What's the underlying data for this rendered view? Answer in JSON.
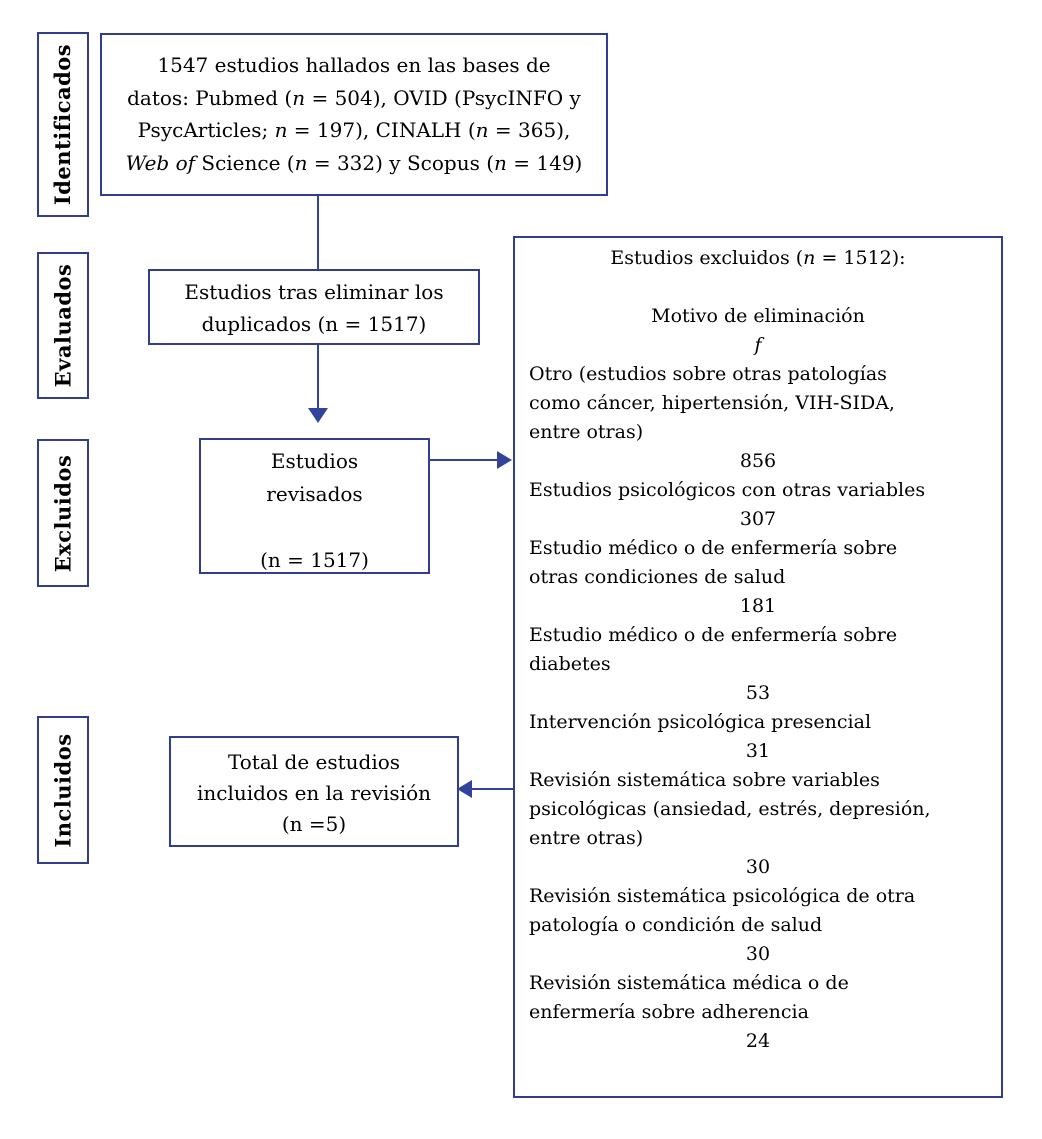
{
  "palette": {
    "box_border": "#313e8f",
    "arrow": "#31439c",
    "text": "#000000",
    "background": "#ffffff"
  },
  "sidebar": {
    "labels": [
      {
        "id": "identificados",
        "label": "Identificados"
      },
      {
        "id": "evaluados",
        "label": "Evaluados"
      },
      {
        "id": "excluidos",
        "label": "Excluidos"
      },
      {
        "id": "incluidos",
        "label": "Incluidos"
      }
    ]
  },
  "boxes": {
    "identified": {
      "lines": [
        [
          {
            "t": "1547 estudios hallados en las bases de"
          }
        ],
        [
          {
            "t": "datos: Pubmed ("
          },
          {
            "t": "n",
            "i": true
          },
          {
            "t": " = 504), OVID (PsycINFO y"
          }
        ],
        [
          {
            "t": "PsycArticles; "
          },
          {
            "t": "n",
            "i": true
          },
          {
            "t": " = 197), CINALH ("
          },
          {
            "t": "n",
            "i": true
          },
          {
            "t": " = 365),"
          }
        ],
        [
          {
            "t": "Web of ",
            "i": true
          },
          {
            "t": "Science ("
          },
          {
            "t": "n",
            "i": true
          },
          {
            "t": " = 332) y Scopus ("
          },
          {
            "t": "n",
            "i": true
          },
          {
            "t": " = 149)"
          }
        ]
      ]
    },
    "deduplicated": {
      "lines": [
        [
          {
            "t": "Estudios tras eliminar los"
          }
        ],
        [
          {
            "t": "duplicados (n = 1517)"
          }
        ]
      ]
    },
    "reviewed": {
      "lines": [
        [
          {
            "t": "Estudios"
          }
        ],
        [
          {
            "t": "revisados"
          }
        ],
        [
          {
            "t": ""
          }
        ],
        [
          {
            "t": "(n = 1517)"
          }
        ]
      ]
    },
    "included": {
      "lines": [
        [
          {
            "t": "Total de estudios"
          }
        ],
        [
          {
            "t": "incluidos en la revisión"
          }
        ],
        [
          {
            "t": "(n =5)"
          }
        ]
      ]
    },
    "excluded": {
      "title_lines": [
        [
          {
            "t": "Estudios excluidos ("
          },
          {
            "t": "n",
            "i": true
          },
          {
            "t": " = 1512):"
          }
        ]
      ],
      "subtitle": "Motivo de eliminación",
      "column_symbol": "f",
      "reasons": [
        {
          "lines": [
            "Otro (estudios sobre otras patologías",
            "como cáncer, hipertensión, VIH-SIDA,",
            "entre otras)"
          ],
          "count": "856"
        },
        {
          "lines": [
            "Estudios psicológicos con otras variables"
          ],
          "count": "307"
        },
        {
          "lines": [
            "Estudio médico o de enfermería sobre",
            "otras condiciones de salud"
          ],
          "count": "181"
        },
        {
          "lines": [
            "Estudio médico o de enfermería sobre",
            "diabetes"
          ],
          "count": "53"
        },
        {
          "lines": [
            "Intervención psicológica presencial"
          ],
          "count": "31"
        },
        {
          "lines": [
            "Revisión sistemática sobre variables",
            "psicológicas (ansiedad, estrés, depresión,",
            "entre otras)"
          ],
          "count": "30"
        },
        {
          "lines": [
            "Revisión sistemática psicológica de otra",
            "patología o condición de salud"
          ],
          "count": "30"
        },
        {
          "lines": [
            "Revisión sistemática médica o de",
            "enfermería sobre adherencia"
          ],
          "count": "24"
        }
      ]
    }
  }
}
